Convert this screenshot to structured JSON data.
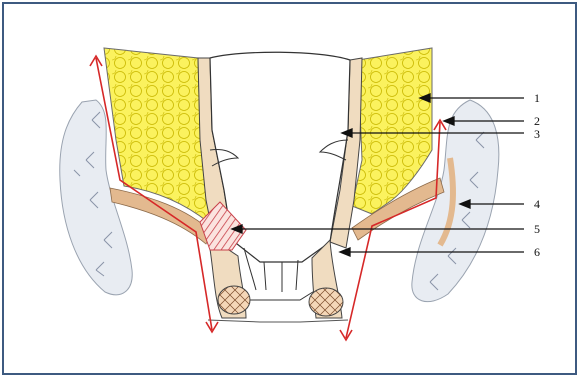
{
  "figure": {
    "labels": [
      "1",
      "2",
      "3",
      "4",
      "5",
      "6"
    ]
  },
  "colors": {
    "frame": "#3d5a80",
    "fat": "#fbf25e",
    "fat_outline": "#c9b800",
    "tissue": "#f0dcc0",
    "muscle": "#e3b98f",
    "red_line": "#d62828",
    "bone": "#e8ecf2",
    "hatch": "#c8414a"
  }
}
